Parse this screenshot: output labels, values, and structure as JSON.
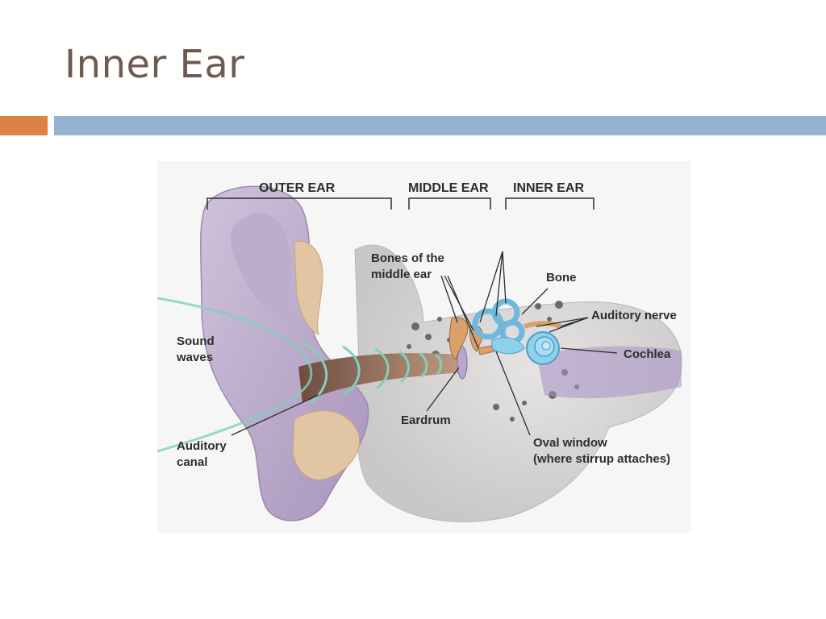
{
  "slide": {
    "title": "Inner Ear",
    "colors": {
      "title": "#6f5a52",
      "accent_orange": "#dd8247",
      "accent_blue": "#93b3d3"
    }
  },
  "diagram": {
    "sections": {
      "outer": "OUTER EAR",
      "middle": "MIDDLE EAR",
      "inner": "INNER EAR"
    },
    "labels": {
      "bones_line1": "Bones of the",
      "bones_line2": "middle ear",
      "bone": "Bone",
      "auditory_nerve": "Auditory nerve",
      "cochlea": "Cochlea",
      "sound_line1": "Sound",
      "sound_line2": "waves",
      "eardrum": "Eardrum",
      "auditory_canal_line1": "Auditory",
      "auditory_canal_line2": "canal",
      "oval_window_line1": "Oval window",
      "oval_window_line2": "(where stirrup attaches)"
    }
  }
}
